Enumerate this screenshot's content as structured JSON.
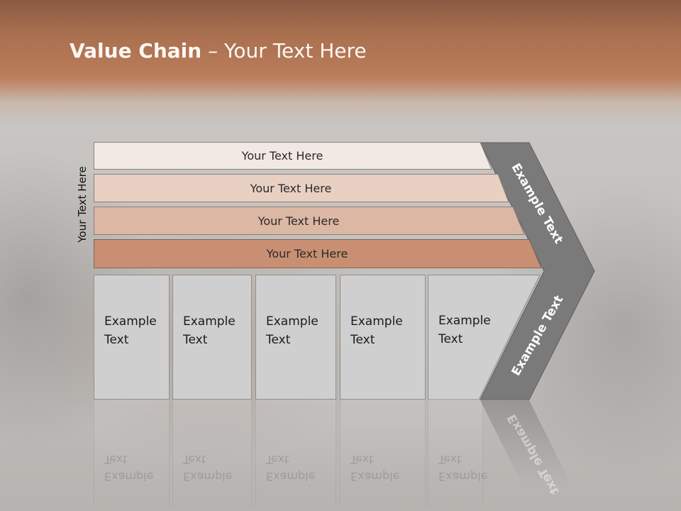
{
  "title": {
    "bold": "Value Chain",
    "rest": " – Your Text Here"
  },
  "side_label": "Your Text Here",
  "bars": [
    {
      "label": "Your Text Here",
      "fill": "#f3e9e4"
    },
    {
      "label": "Your Text Here",
      "fill": "#e8d0c3"
    },
    {
      "label": "Your Text Here",
      "fill": "#dcb7a4"
    },
    {
      "label": "Your Text Here",
      "fill": "#c98f72"
    }
  ],
  "columns": [
    {
      "line1": "Example",
      "line2": "Text"
    },
    {
      "line1": "Example",
      "line2": "Text"
    },
    {
      "line1": "Example",
      "line2": "Text"
    },
    {
      "line1": "Example",
      "line2": "Text"
    },
    {
      "line1": "Example",
      "line2": "Text"
    }
  ],
  "arrow": {
    "top_label": "Example Text",
    "bottom_label": "Example Text",
    "fill": "#7a7a7a"
  },
  "colors": {
    "title_band": "#b07352",
    "column_fill": "#cfcfcf"
  }
}
